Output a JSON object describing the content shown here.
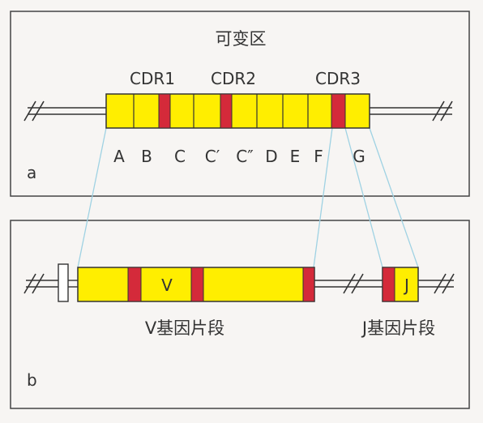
{
  "panel_a": {
    "letter": "a",
    "title": "可变区",
    "cdr_labels": [
      "CDR1",
      "CDR2",
      "CDR3"
    ],
    "framework_labels": [
      "A",
      "B",
      "C",
      "C′",
      "C″",
      "D",
      "E",
      "F",
      "G"
    ]
  },
  "panel_b": {
    "letter": "b",
    "v_label": "V",
    "j_label": "J",
    "v_segment_label": "V基因片段",
    "j_segment_label": "J基因片段"
  },
  "colors": {
    "background": "#f7f5f3",
    "panel_border": "#444444",
    "domain_fill": "#ffee00",
    "cdr_fill": "#d42a3a",
    "dna_line": "#333333",
    "connector": "#9fd2e3",
    "text": "#333333"
  }
}
